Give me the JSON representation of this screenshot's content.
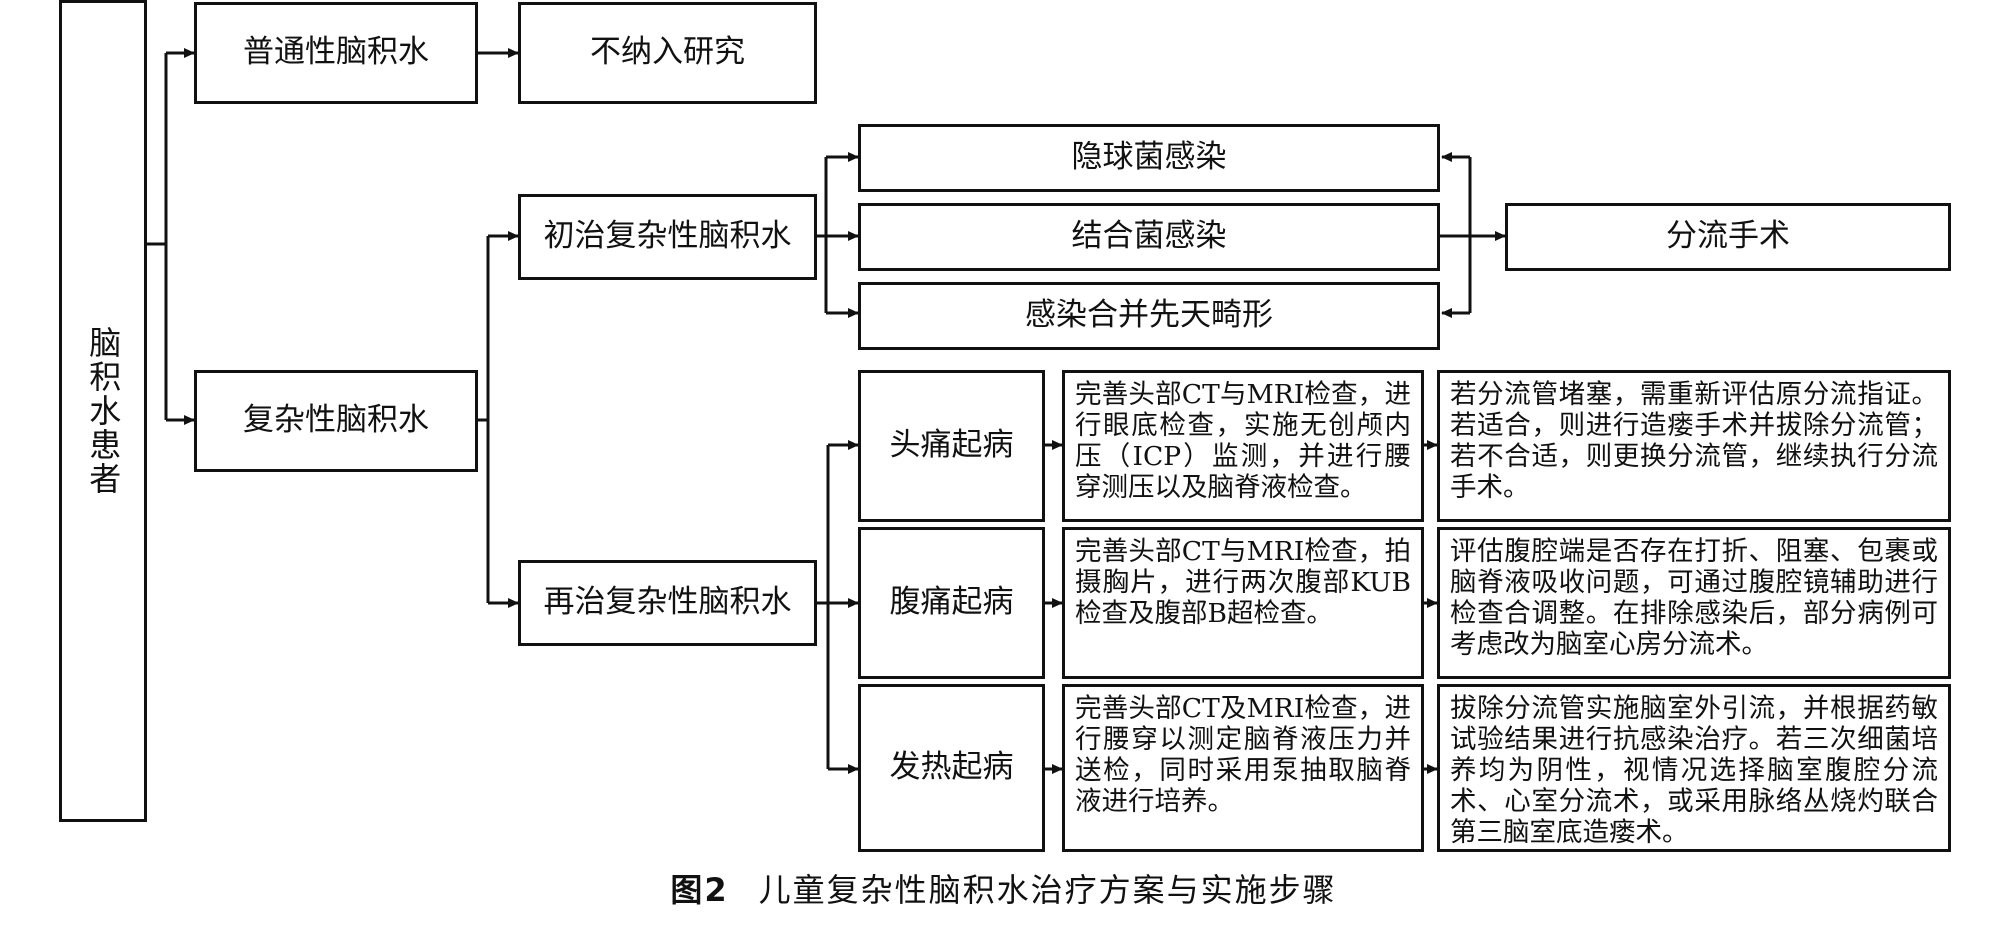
{
  "root": "脑积水患者",
  "ordinary": "普通性脑积水",
  "excluded": "不纳入研究",
  "complex": "复杂性脑积水",
  "initial": "初治复杂性脑积水",
  "retreat": "再治复杂性脑积水",
  "infections": [
    "隐球菌感染",
    "结合菌感染",
    "感染合并先天畸形"
  ],
  "shunt": "分流手术",
  "onsets": [
    {
      "label": "头痛起病",
      "exam": "完善头部CT与MRI检查，进行眼底检查，实施无创颅内压（ICP）监测，并进行腰穿测压以及脑脊液检查。",
      "plan": "若分流管堵塞，需重新评估原分流指证。若适合，则进行造瘘手术并拔除分流管；若不合适，则更换分流管，继续执行分流手术。"
    },
    {
      "label": "腹痛起病",
      "exam": "完善头部CT与MRI检查，拍摄胸片，进行两次腹部KUB检查及腹部B超检查。",
      "plan": "评估腹腔端是否存在打折、阻塞、包裹或脑脊液吸收问题，可通过腹腔镜辅助进行检查合调整。在排除感染后，部分病例可考虑改为脑室心房分流术。"
    },
    {
      "label": "发热起病",
      "exam": "完善头部CT及MRI检查，进行腰穿以测定脑脊液压力并送检，同时采用泵抽取脑脊液进行培养。",
      "plan": "拔除分流管实施脑室外引流，并根据药敏试验结果进行抗感染治疗。若三次细菌培养均为阴性，视情况选择脑室腹腔分流术、心室分流术，或采用脉络丛烧灼联合第三脑室底造瘘术。"
    }
  ],
  "caption": {
    "number": "图2",
    "title": "儿童复杂性脑积水治疗方案与实施步骤"
  }
}
